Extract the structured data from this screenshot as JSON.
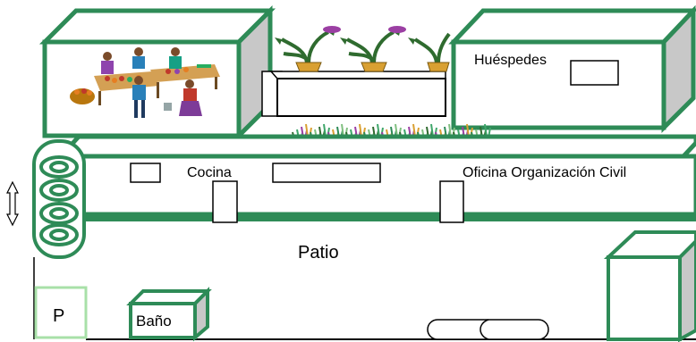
{
  "labels": {
    "guests": "Huéspedes",
    "kitchen": "Cocina",
    "office": "Oficina Organización Civil",
    "patio": "Patio",
    "bathroom": "Baño",
    "parking": "P"
  },
  "icons": [
    "market-scene-icon",
    "potted-plant-icon",
    "grass-planter-icon",
    "spiral-staircase-icon",
    "double-arrow-icon"
  ],
  "colors": {
    "wall_green": "#2e8b57",
    "box_side_gray": "#c8c8c8",
    "parking_border": "#a8e0a8",
    "plant_green": "#2f6b2f",
    "pot_orange": "#d9a032",
    "flower_purple": "#9b3fa3"
  }
}
